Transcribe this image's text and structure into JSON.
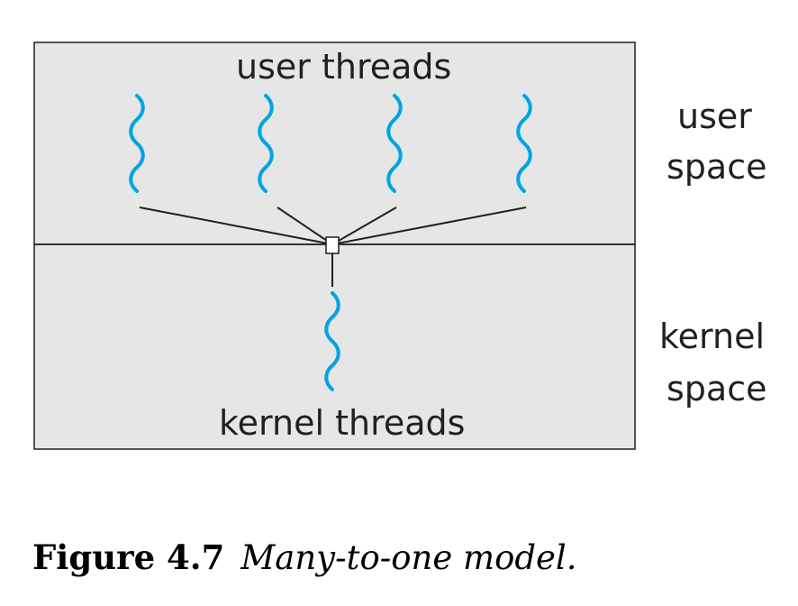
{
  "diagram": {
    "user_label": "user threads",
    "kernel_label": "kernel threads",
    "side_user_line1": "user",
    "side_user_line2": "space",
    "side_kernel_line1": "kernel",
    "side_kernel_line2": "space",
    "user_thread_count": 4,
    "kernel_thread_count": 1,
    "colors": {
      "panel": "#e6e6e6",
      "thread": "#00a4e4",
      "line": "#231f20"
    }
  },
  "caption": {
    "figure_number": "Figure 4.7",
    "figure_title": "Many-to-one model."
  }
}
